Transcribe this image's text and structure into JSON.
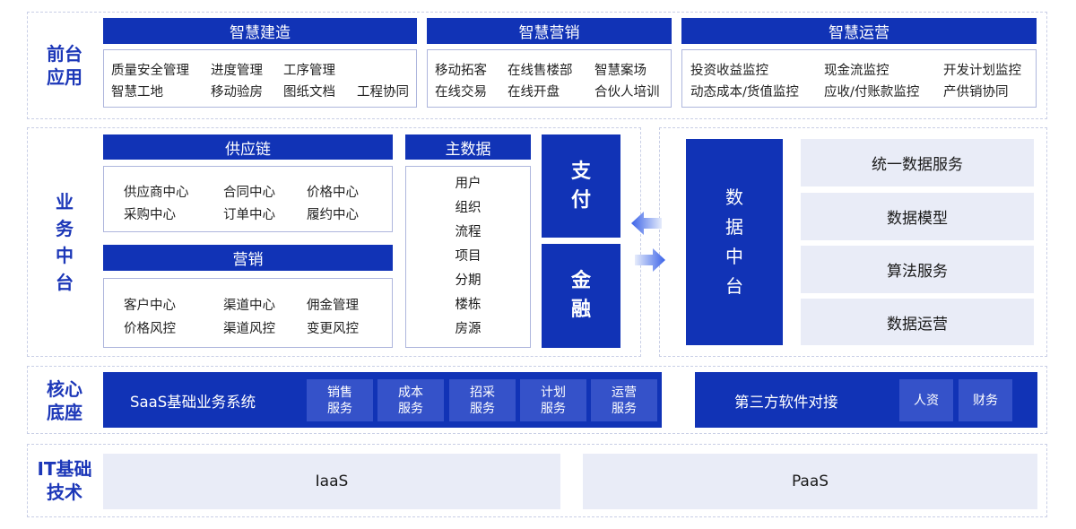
{
  "front": {
    "side_label_1": "前台",
    "side_label_2": "应用",
    "groups": [
      {
        "title": "智慧建造",
        "items": [
          "质量安全管理",
          "进度管理",
          "工序管理",
          "智慧工地",
          "移动验房",
          "图纸文档",
          "工程协同"
        ]
      },
      {
        "title": "智慧营销",
        "items": [
          "移动拓客",
          "在线售楼部",
          "智慧案场",
          "在线交易",
          "在线开盘",
          "合伙人培训"
        ]
      },
      {
        "title": "智慧运营",
        "items": [
          "投资收益监控",
          "现金流监控",
          "开发计划监控",
          "动态成本/货值监控",
          "应收/付账款监控",
          "产供销协同"
        ]
      }
    ]
  },
  "business": {
    "side_label": [
      "业",
      "务",
      "中",
      "台"
    ],
    "supply": {
      "title": "供应链",
      "items": [
        "供应商中心",
        "合同中心",
        "价格中心",
        "采购中心",
        "订单中心",
        "履约中心"
      ]
    },
    "marketing": {
      "title": "营销",
      "items": [
        "客户中心",
        "渠道中心",
        "佣金管理",
        "价格风控",
        "渠道风控",
        "变更风控"
      ]
    },
    "master": {
      "title": "主数据",
      "items": [
        "用户",
        "组织",
        "流程",
        "项目",
        "分期",
        "楼栋",
        "房源"
      ]
    },
    "pay": [
      "支",
      "付"
    ],
    "finance": [
      "金",
      "融"
    ],
    "data_center": [
      "数",
      "据",
      "中",
      "台"
    ],
    "data_services": [
      "统一数据服务",
      "数据模型",
      "算法服务",
      "数据运营"
    ]
  },
  "core": {
    "side_label_1": "核心",
    "side_label_2": "底座",
    "saas_label": "SaaS基础业务系统",
    "services": [
      [
        "销售",
        "服务"
      ],
      [
        "成本",
        "服务"
      ],
      [
        "招采",
        "服务"
      ],
      [
        "计划",
        "服务"
      ],
      [
        "运营",
        "服务"
      ]
    ],
    "third_party_label": "第三方软件对接",
    "third_party_items": [
      "人资",
      "财务"
    ]
  },
  "it": {
    "side_label_1": "IT基础",
    "side_label_2": "技术",
    "iaas": "IaaS",
    "paas": "PaaS"
  },
  "colors": {
    "primary": "#1133b6",
    "light": "#e9ecf7",
    "chip": "#3552c9"
  }
}
